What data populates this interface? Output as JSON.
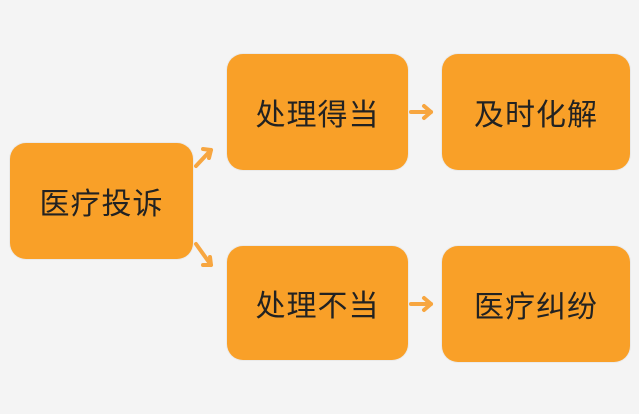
{
  "diagram": {
    "nodes": {
      "complaint": "医疗投诉",
      "proper": "处理得当",
      "resolved": "及时化解",
      "improper": "处理不当",
      "dispute": "医疗纠纷"
    },
    "colors": {
      "background": "#f4f4f4",
      "node_fill": "#f9a028",
      "arrow": "#f7a640",
      "text": "#222222"
    }
  }
}
